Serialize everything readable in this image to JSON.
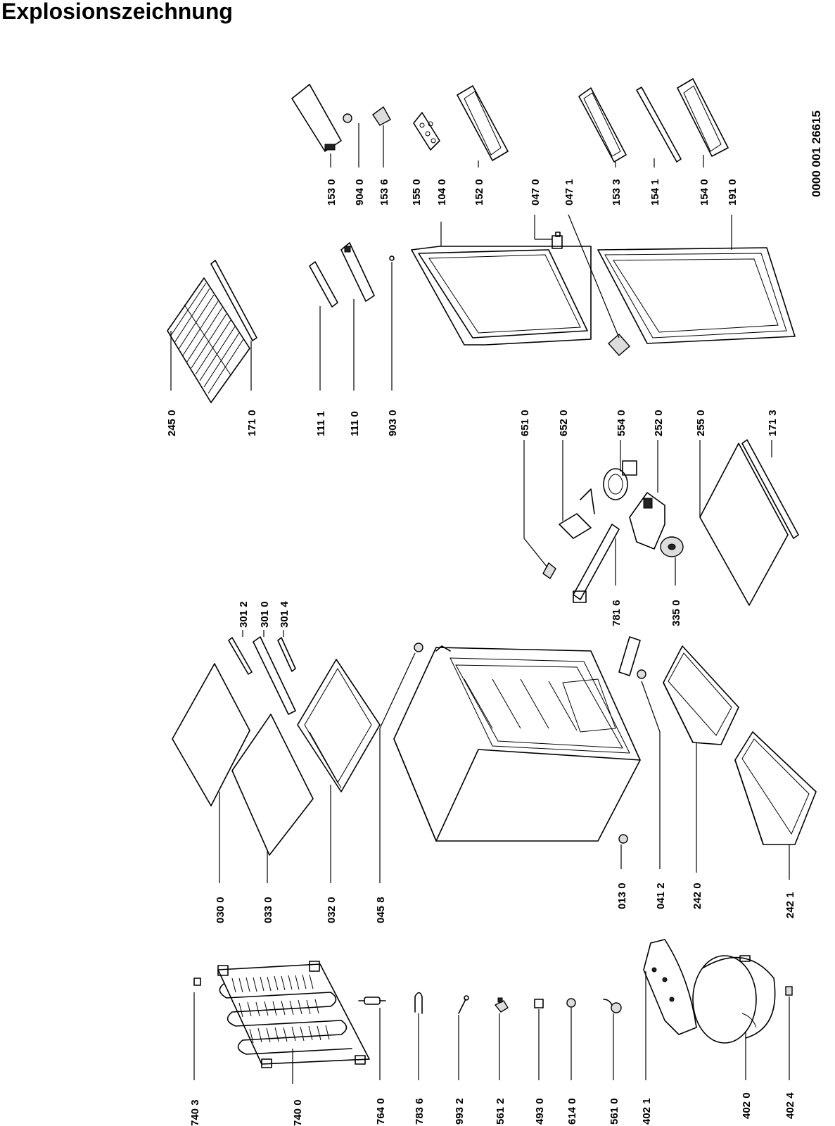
{
  "title": "Explosionszeichnung",
  "doc_number": "0000 001 26615",
  "parts": [
    {
      "code": "740 3"
    },
    {
      "code": "740 0"
    },
    {
      "code": "764 0"
    },
    {
      "code": "783 6"
    },
    {
      "code": "993 2"
    },
    {
      "code": "561 2"
    },
    {
      "code": "493 0"
    },
    {
      "code": "614 0"
    },
    {
      "code": "561 0"
    },
    {
      "code": "402 1"
    },
    {
      "code": "402 0"
    },
    {
      "code": "402 4"
    },
    {
      "code": "030 0"
    },
    {
      "code": "033 0"
    },
    {
      "code": "032 0"
    },
    {
      "code": "045 8"
    },
    {
      "code": "013 0"
    },
    {
      "code": "041 2"
    },
    {
      "code": "242 0"
    },
    {
      "code": "242 1"
    },
    {
      "code": "301 2"
    },
    {
      "code": "301 0"
    },
    {
      "code": "301 4"
    },
    {
      "code": "651 0"
    },
    {
      "code": "652 0"
    },
    {
      "code": "554 0"
    },
    {
      "code": "252 0"
    },
    {
      "code": "255 0"
    },
    {
      "code": "171 3"
    },
    {
      "code": "781 6"
    },
    {
      "code": "335 0"
    },
    {
      "code": "245 0"
    },
    {
      "code": "171 0"
    },
    {
      "code": "111 1"
    },
    {
      "code": "111 0"
    },
    {
      "code": "903 0"
    },
    {
      "code": "153 0"
    },
    {
      "code": "904 0"
    },
    {
      "code": "153 6"
    },
    {
      "code": "155 0"
    },
    {
      "code": "104 0"
    },
    {
      "code": "152 0"
    },
    {
      "code": "047 0"
    },
    {
      "code": "047 1"
    },
    {
      "code": "153 3"
    },
    {
      "code": "154 1"
    },
    {
      "code": "154 0"
    },
    {
      "code": "191 0"
    }
  ]
}
